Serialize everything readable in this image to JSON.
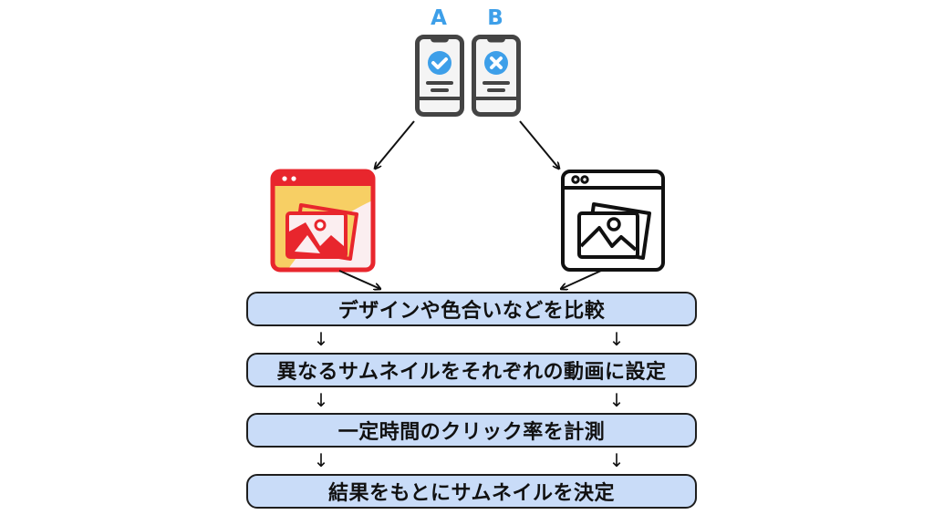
{
  "variants": {
    "a": {
      "label": "A",
      "status": "approved",
      "icon": "check-icon"
    },
    "b": {
      "label": "B",
      "status": "rejected",
      "icon": "x-icon"
    }
  },
  "thumbnails": {
    "left": {
      "style": "colored",
      "icon": "image-window-icon"
    },
    "right": {
      "style": "outline",
      "icon": "image-window-icon"
    }
  },
  "steps": [
    {
      "label": "デザインや色合いなどを比較"
    },
    {
      "label": "異なるサムネイルをそれぞれの動画に設定"
    },
    {
      "label": "一定時間のクリック率を計測"
    },
    {
      "label": "結果をもとにサムネイルを決定"
    }
  ],
  "arrow_glyph": "↓",
  "colors": {
    "accent_blue": "#3d9fe9",
    "phone_outline": "#444444",
    "thumb_red": "#e8262d",
    "thumb_yellow": "#f7cf64",
    "step_fill": "#c9dcf8",
    "step_border": "#1e1e1e"
  }
}
